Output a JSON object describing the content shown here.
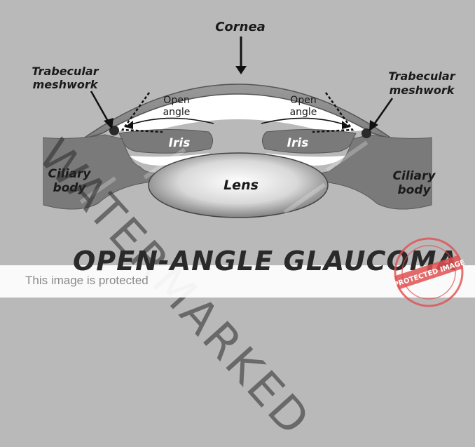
{
  "labels": {
    "cornea": "Cornea",
    "trabecular_left_1": "Trabecular",
    "trabecular_left_2": "meshwork",
    "trabecular_right_1": "Trabecular",
    "trabecular_right_2": "meshwork",
    "open_angle_left_1": "Open",
    "open_angle_left_2": "angle",
    "open_angle_right_1": "Open",
    "open_angle_right_2": "angle",
    "iris_left": "Iris",
    "iris_right": "Iris",
    "ciliary_left_1": "Ciliary",
    "ciliary_left_2": "body",
    "ciliary_right_1": "Ciliary",
    "ciliary_right_2": "body",
    "lens": "Lens"
  },
  "title": "OPEN-ANGLE GLAUCOMA",
  "watermark": "WATERMARKED",
  "protected_notice": "This image is protected",
  "stamp_text": "PROTECTED IMAGE",
  "colors": {
    "background": "#b9b9b9",
    "tissue": "#7a7a7a",
    "cornea_fill": "#8c8c8c",
    "stamp": "#e05050"
  }
}
